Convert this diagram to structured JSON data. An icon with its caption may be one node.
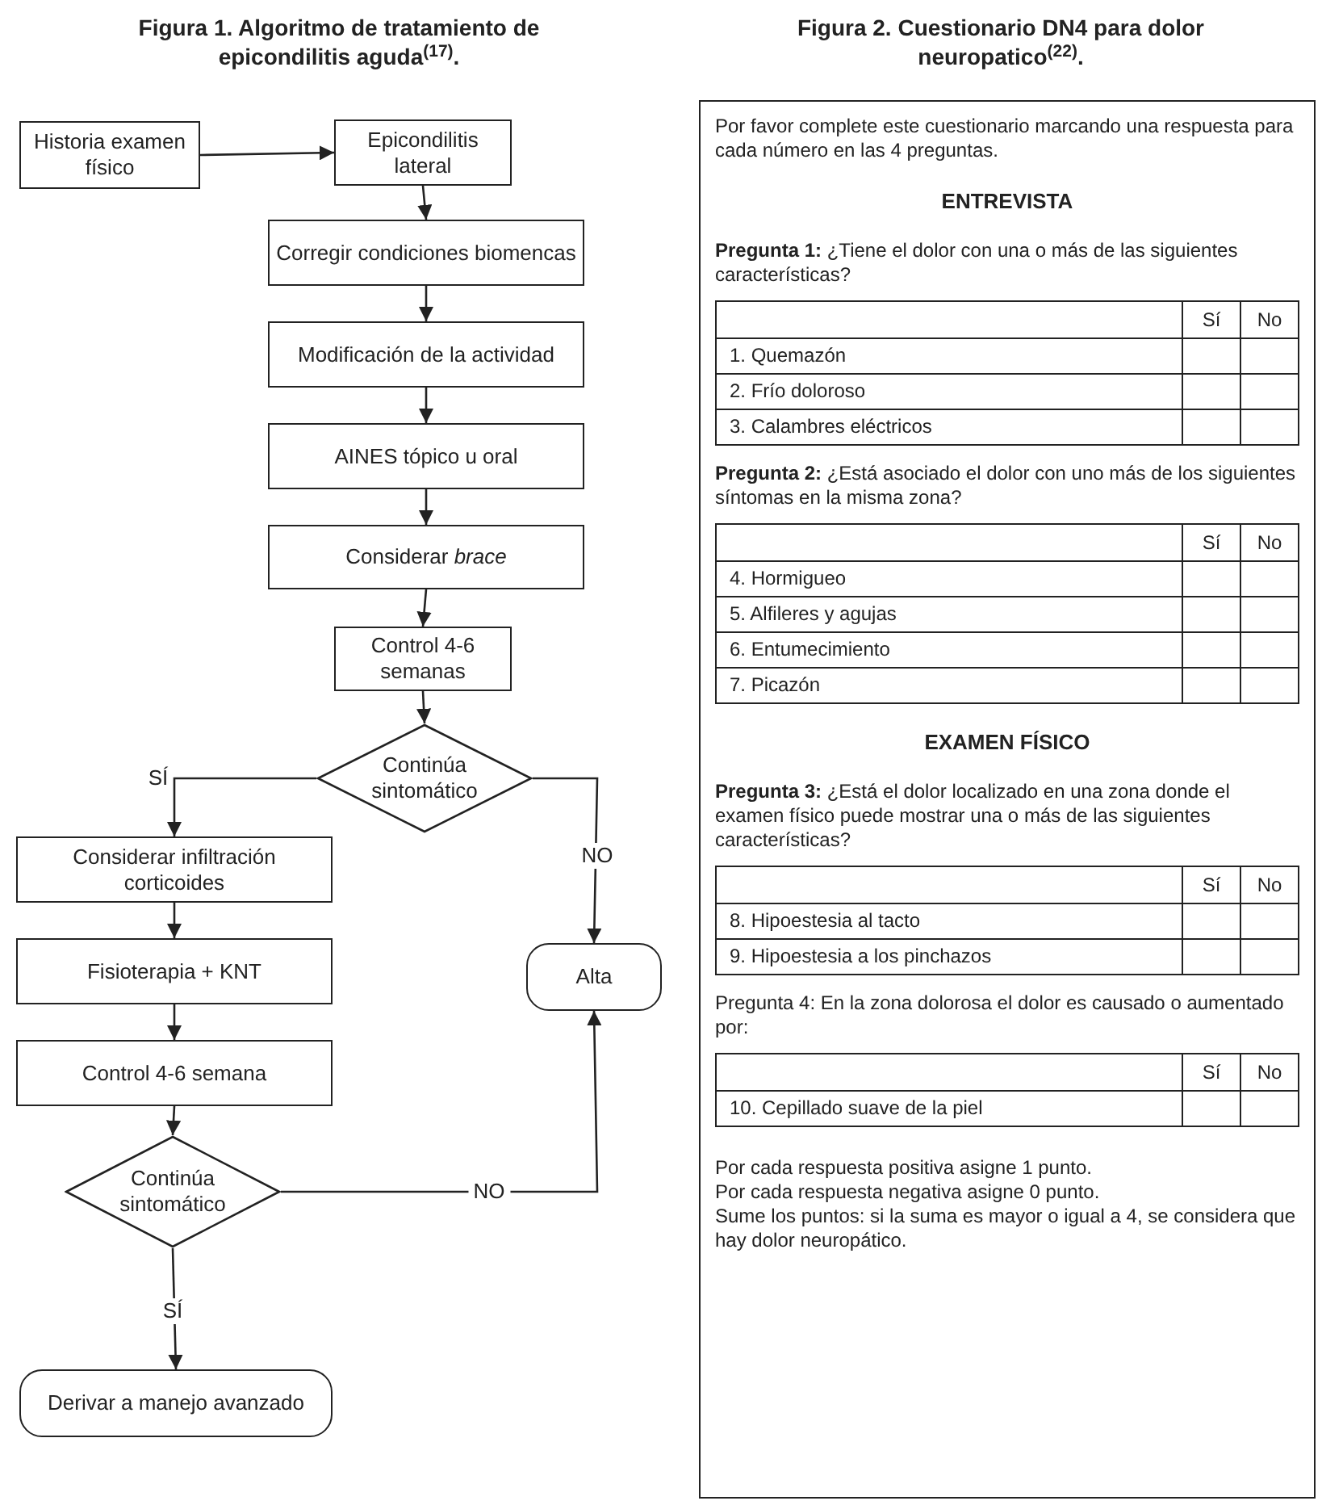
{
  "diagram": {
    "title": "Figura 1. Algoritmo de tratamiento de epicondilitis aguda$^{(17)}$.",
    "nodes": [
      {
        "text": [
          "Historia examen físico"
        ]
      },
      {
        "text": [
          "Epicondilitis lateral"
        ]
      },
      {
        "text": [
          "Corregir condiciones biomencas"
        ]
      },
      {
        "text": [
          "Modificación de la actividad"
        ]
      },
      {
        "text": [
          "AINES tópico u oral"
        ]
      },
      {
        "text": [
          "Considerar *brace*"
        ]
      },
      {
        "text": [
          "Control 4-6 semanas"
        ]
      },
      {
        "text": [
          "Continúa sintomático"
        ]
      },
      {
        "text": [
          "Considerar infiltración corticoides"
        ]
      },
      {
        "text": [
          "Fisioterapia + KNT"
        ]
      },
      {
        "text": [
          "Control 4-6 semana"
        ]
      },
      {
        "text": [
          "Continúa sintomático"
        ]
      },
      {
        "text": [
          "Alta"
        ]
      },
      {
        "text": [
          "Derivar a manejo avanzado"
        ]
      }
    ],
    "edges": [
      {
        "from": 0,
        "to": 1,
        "arrow": "to"
      },
      {
        "from": 1,
        "to": 2,
        "arrow": "to"
      },
      {
        "from": 2,
        "to": 3,
        "arrow": "to"
      },
      {
        "from": 3,
        "to": 4,
        "arrow": "to"
      },
      {
        "from": 4,
        "to": 5,
        "arrow": "to"
      },
      {
        "from": 5,
        "to": 6,
        "arrow": "to"
      },
      {
        "from": 6,
        "to": 7,
        "arrow": "to"
      },
      {
        "from": 7,
        "to": 8,
        "arrow": "to",
        "label": "SÍ"
      },
      {
        "from": 7,
        "to": 12,
        "arrow": "to",
        "label": "NO"
      },
      {
        "from": 8,
        "to": 9,
        "arrow": "to"
      },
      {
        "from": 9,
        "to": 10,
        "arrow": "to"
      },
      {
        "from": 10,
        "to": 11,
        "arrow": "to"
      },
      {
        "from": 11,
        "to": 12,
        "arrow": "to",
        "label": "NO"
      },
      {
        "from": 11,
        "to": 13,
        "arrow": "to",
        "label": "SÍ"
      }
    ],
    "labels": [
      "Figura 2. Cuestionario DN4 para dolor neuropatico$^{(22)}$.",
      "Por favor complete este cuestionario marcando una respuesta para cada número en las 4 preguntas.",
      "ENTREVISTA",
      "**Pregunta 1:** ¿Tiene el dolor con una o más de las siguientes características?",
      "Sí",
      "No",
      "1. Quemazón",
      "2. Frío doloroso",
      "3. Calambres eléctricos",
      "**Pregunta 2:** ¿Está asociado el dolor con uno más de los siguientes síntomas en la misma zona?",
      "Sí",
      "No",
      "4. Hormigueo",
      "5. Alfileres y agujas",
      "6. Entumecimiento",
      "7. Picazón",
      "EXAMEN FÍSICO",
      "**Pregunta 3:** ¿Está el dolor localizado en una zona donde el examen físico puede mostrar una o más de las siguientes características?",
      "Sí",
      "No",
      "8. Hipoestesia al tacto",
      "9. Hipoestesia a los pinchazos",
      "Pregunta 4: En la zona dolorosa el dolor es causado o aumentado por:",
      "Sí",
      "No",
      "10. Cepillado suave de la piel",
      "Por cada respuesta positiva asigne 1 punto.",
      "Por cada respuesta negativa asigne 0 punto.",
      "Sume los puntos: si la suma es mayor o igual a 4, se considera que hay dolor neuropático."
    ]
  }
}
